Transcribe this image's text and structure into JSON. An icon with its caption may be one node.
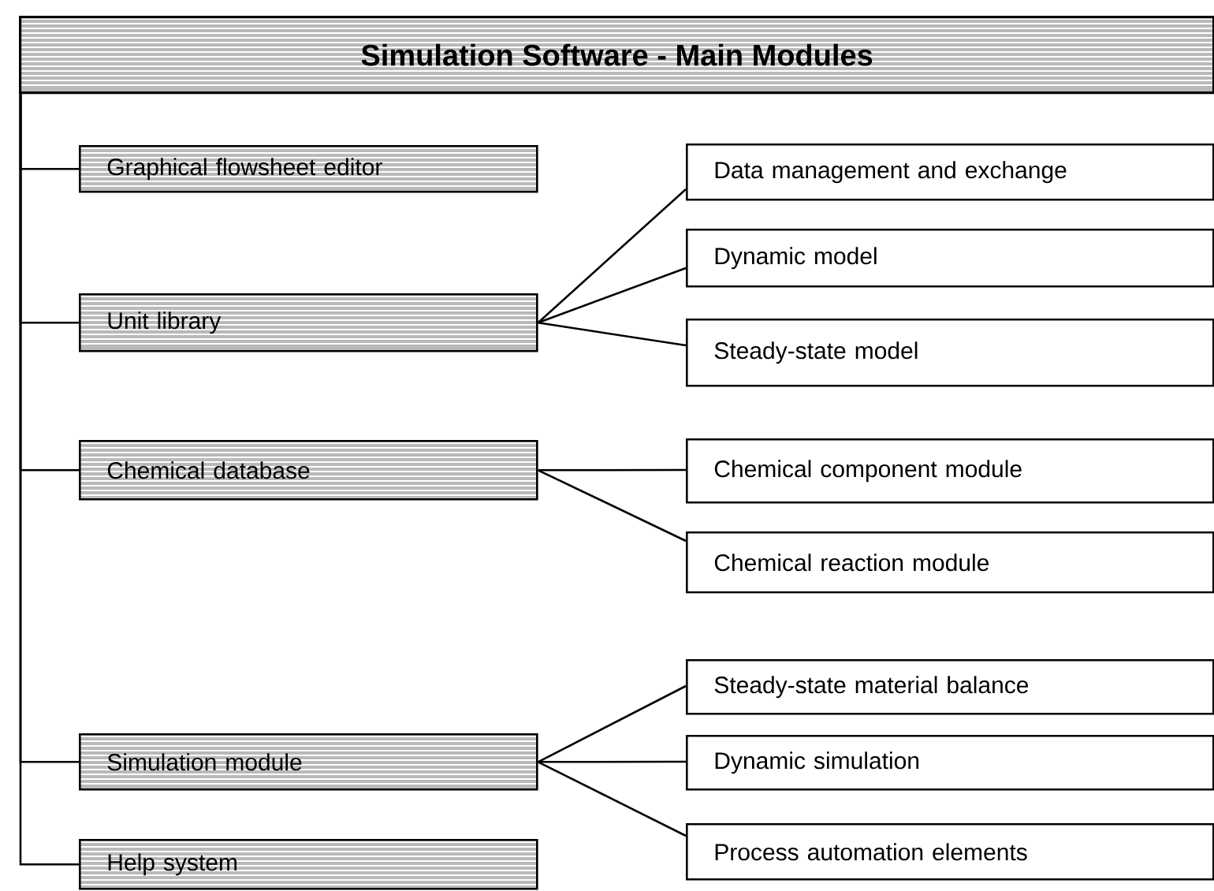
{
  "diagram": {
    "nodes": [
      {
        "text": [
          "Simulation Software - Main Modules"
        ]
      },
      {
        "text": [
          "Graphical flowsheet editor"
        ]
      },
      {
        "text": [
          "Unit library"
        ]
      },
      {
        "text": [
          "Data management and exchange"
        ]
      },
      {
        "text": [
          "Dynamic model"
        ]
      },
      {
        "text": [
          "Steady-state model"
        ]
      },
      {
        "text": [
          "Chemical  database"
        ]
      },
      {
        "text": [
          "Chemical component module"
        ]
      },
      {
        "text": [
          "Chemical  reaction module"
        ]
      },
      {
        "text": [
          "Simulation module"
        ]
      },
      {
        "text": [
          "Steady-state material balance"
        ]
      },
      {
        "text": [
          "Dynamic simulation"
        ]
      },
      {
        "text": [
          "Process automation elements"
        ]
      },
      {
        "text": [
          "Help system"
        ]
      }
    ],
    "edges": [
      {
        "from": 0,
        "to": 1,
        "arrow": "none"
      },
      {
        "from": 0,
        "to": 2,
        "arrow": "none"
      },
      {
        "from": 0,
        "to": 6,
        "arrow": "none"
      },
      {
        "from": 0,
        "to": 9,
        "arrow": "none"
      },
      {
        "from": 0,
        "to": 13,
        "arrow": "none"
      },
      {
        "from": 2,
        "to": 3,
        "arrow": "none"
      },
      {
        "from": 2,
        "to": 4,
        "arrow": "none"
      },
      {
        "from": 2,
        "to": 5,
        "arrow": "none"
      },
      {
        "from": 6,
        "to": 7,
        "arrow": "none"
      },
      {
        "from": 6,
        "to": 8,
        "arrow": "none"
      },
      {
        "from": 9,
        "to": 10,
        "arrow": "none"
      },
      {
        "from": 9,
        "to": 11,
        "arrow": "none"
      },
      {
        "from": 9,
        "to": 12,
        "arrow": "none"
      }
    ]
  }
}
